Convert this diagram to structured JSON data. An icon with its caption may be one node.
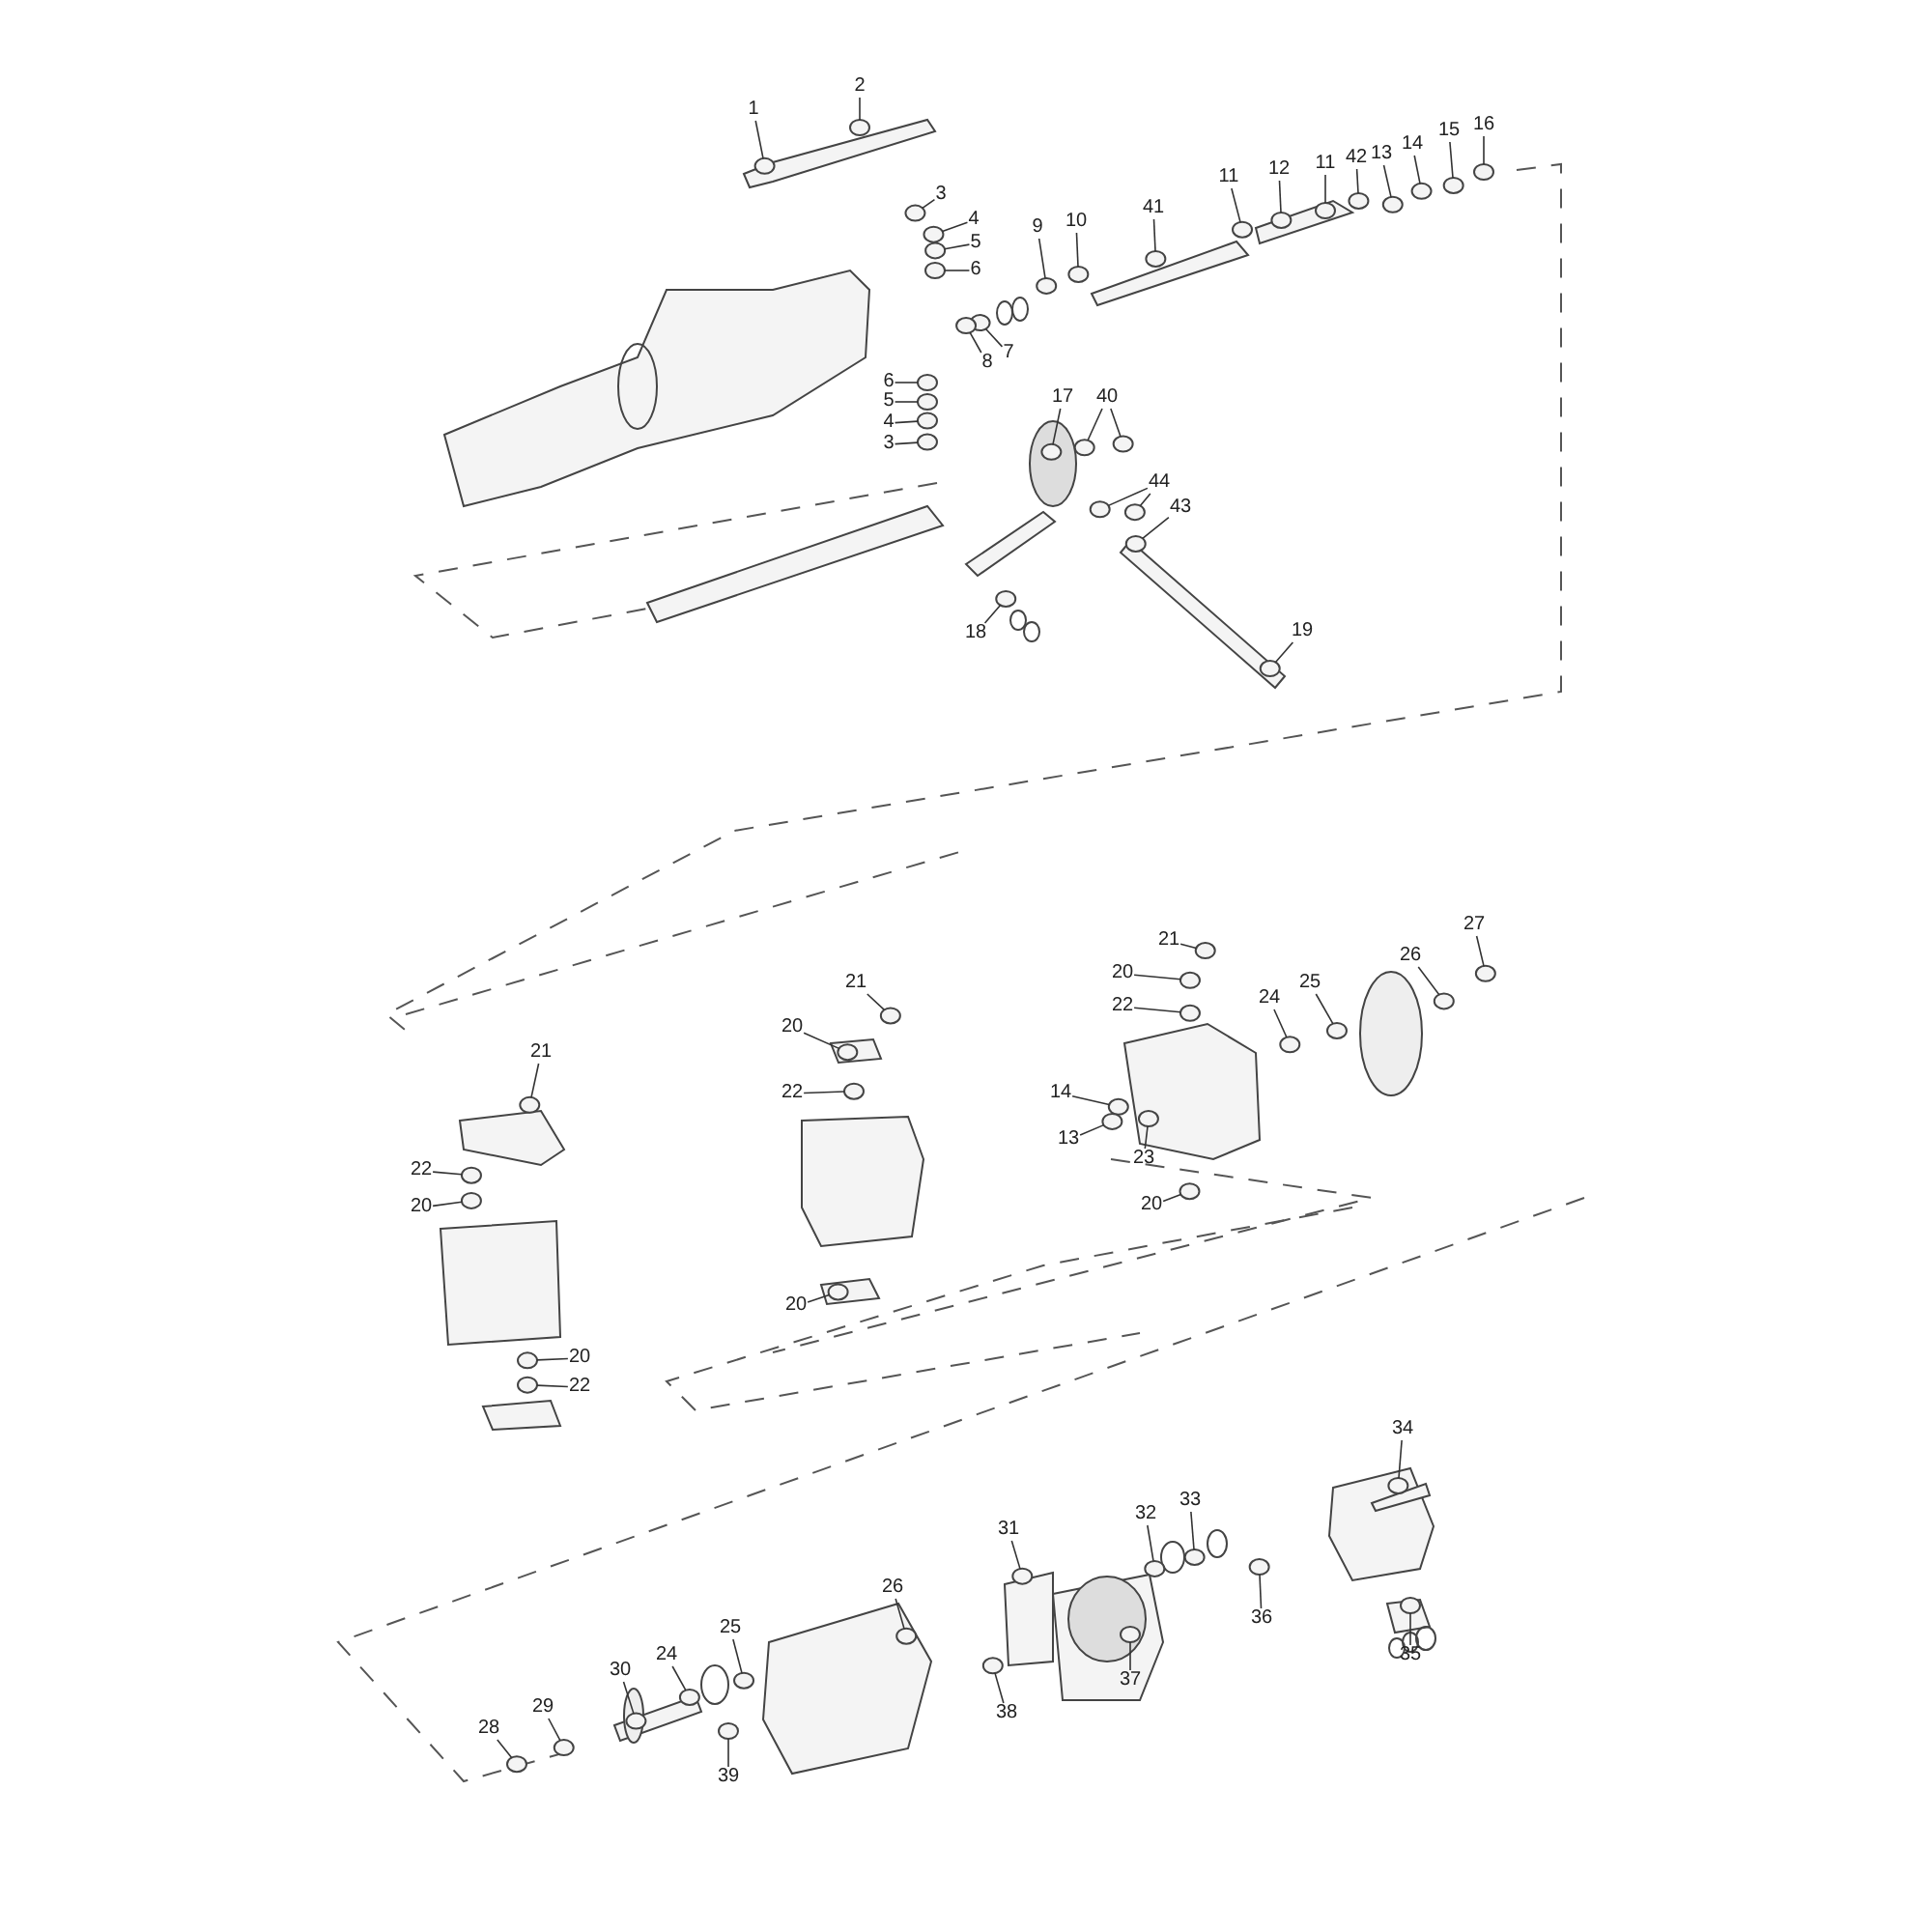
{
  "diagram": {
    "nodes": [
      {
        "text": [
          "1"
        ]
      },
      {
        "text": [
          "2"
        ]
      },
      {
        "text": [
          "3"
        ]
      },
      {
        "text": [
          "4"
        ]
      },
      {
        "text": [
          "5"
        ]
      },
      {
        "text": [
          "6"
        ]
      },
      {
        "text": [
          "6"
        ]
      },
      {
        "text": [
          "5"
        ]
      },
      {
        "text": [
          "4"
        ]
      },
      {
        "text": [
          "3"
        ]
      },
      {
        "text": [
          "7"
        ]
      },
      {
        "text": [
          "8"
        ]
      },
      {
        "text": [
          "9"
        ]
      },
      {
        "text": [
          "10"
        ]
      },
      {
        "text": [
          "41"
        ]
      },
      {
        "text": [
          "11"
        ]
      },
      {
        "text": [
          "12"
        ]
      },
      {
        "text": [
          "11"
        ]
      },
      {
        "text": [
          "42"
        ]
      },
      {
        "text": [
          "13"
        ]
      },
      {
        "text": [
          "14"
        ]
      },
      {
        "text": [
          "15"
        ]
      },
      {
        "text": [
          "16"
        ]
      },
      {
        "text": [
          "17"
        ]
      },
      {
        "text": [
          "40"
        ]
      },
      {
        "text": [
          "44"
        ]
      },
      {
        "text": [
          "43"
        ]
      },
      {
        "text": [
          "18"
        ]
      },
      {
        "text": [
          "19"
        ]
      },
      {
        "text": [
          "21"
        ]
      },
      {
        "text": [
          "22"
        ]
      },
      {
        "text": [
          "20"
        ]
      },
      {
        "text": [
          "20"
        ]
      },
      {
        "text": [
          "22"
        ]
      },
      {
        "text": [
          "21"
        ]
      },
      {
        "text": [
          "20"
        ]
      },
      {
        "text": [
          "22"
        ]
      },
      {
        "text": [
          "20"
        ]
      },
      {
        "text": [
          "21"
        ]
      },
      {
        "text": [
          "20"
        ]
      },
      {
        "text": [
          "22"
        ]
      },
      {
        "text": [
          "24"
        ]
      },
      {
        "text": [
          "25"
        ]
      },
      {
        "text": [
          "26"
        ]
      },
      {
        "text": [
          "27"
        ]
      },
      {
        "text": [
          "14"
        ]
      },
      {
        "text": [
          "13"
        ]
      },
      {
        "text": [
          "23"
        ]
      },
      {
        "text": [
          "20"
        ]
      },
      {
        "text": [
          "34"
        ]
      },
      {
        "text": [
          "31"
        ]
      },
      {
        "text": [
          "32"
        ]
      },
      {
        "text": [
          "33"
        ]
      },
      {
        "text": [
          "36"
        ]
      },
      {
        "text": [
          "37"
        ]
      },
      {
        "text": [
          "38"
        ]
      },
      {
        "text": [
          "26"
        ]
      },
      {
        "text": [
          "25"
        ]
      },
      {
        "text": [
          "24"
        ]
      },
      {
        "text": [
          "30"
        ]
      },
      {
        "text": [
          "29"
        ]
      },
      {
        "text": [
          "28"
        ]
      },
      {
        "text": [
          "39"
        ]
      },
      {
        "text": [
          "35"
        ]
      },
      {
        "text": [],
        "shape": "ring"
      },
      {
        "text": [],
        "shape": "ring"
      },
      {
        "text": [],
        "shape": "ring"
      },
      {
        "text": [],
        "shape": "ring"
      },
      {
        "text": [],
        "shape": "ring"
      },
      {
        "text": [],
        "shape": "ring"
      },
      {
        "text": [],
        "shape": "ring"
      },
      {
        "text": [],
        "shape": "ring"
      },
      {
        "text": [],
        "shape": "ring"
      },
      {
        "text": [],
        "shape": "ring"
      },
      {
        "text": [],
        "shape": "ring"
      },
      {
        "text": [],
        "shape": "ring"
      },
      {
        "text": [],
        "shape": "ring"
      },
      {
        "text": [],
        "shape": "ring"
      },
      {
        "text": [],
        "shape": "ring"
      },
      {
        "text": [],
        "shape": "ring"
      },
      {
        "text": [],
        "shape": "ring"
      },
      {
        "text": [],
        "shape": "ring"
      },
      {
        "text": [],
        "shape": "ring"
      },
      {
        "text": [],
        "shape": "ring"
      },
      {
        "text": [],
        "shape": "ring"
      },
      {
        "text": [],
        "shape": "ring"
      },
      {
        "text": [],
        "shape": "ring"
      },
      {
        "text": [],
        "shape": "ring"
      },
      {
        "text": [],
        "shape": "ring"
      },
      {
        "text": [],
        "shape": "ring"
      },
      {
        "text": [],
        "shape": "ring"
      },
      {
        "text": [],
        "shape": "ring"
      },
      {
        "text": [],
        "shape": "ring"
      },
      {
        "text": [],
        "shape": "ring"
      },
      {
        "text": [],
        "shape": "ring"
      },
      {
        "text": [],
        "shape": "ring"
      },
      {
        "text": [],
        "shape": "ring"
      },
      {
        "text": [],
        "shape": "ring"
      },
      {
        "text": [],
        "shape": "ring"
      },
      {
        "text": [],
        "shape": "ring"
      },
      {
        "text": [],
        "shape": "ring"
      },
      {
        "text": [],
        "shape": "ring"
      },
      {
        "text": [],
        "shape": "ring"
      },
      {
        "text": [],
        "shape": "ring"
      },
      {
        "text": [],
        "shape": "ring"
      },
      {
        "text": [],
        "shape": "ring"
      },
      {
        "text": [],
        "shape": "ring"
      },
      {
        "text": [],
        "shape": "ring"
      },
      {
        "text": [],
        "shape": "ring"
      },
      {
        "text": [],
        "shape": "ring"
      },
      {
        "text": [],
        "shape": "ring"
      },
      {
        "text": [],
        "shape": "ring"
      },
      {
        "text": [],
        "shape": "ring"
      },
      {
        "text": [],
        "shape": "ring"
      },
      {
        "text": [],
        "shape": "ring"
      },
      {
        "text": [],
        "shape": "ring"
      },
      {
        "text": [],
        "shape": "ring"
      },
      {
        "text": [],
        "shape": "ring"
      },
      {
        "text": [],
        "shape": "ring"
      },
      {
        "text": [],
        "shape": "ring"
      },
      {
        "text": [],
        "shape": "ring"
      },
      {
        "text": [],
        "shape": "ring"
      },
      {
        "text": [],
        "shape": "ring"
      },
      {
        "text": [],
        "shape": "ring"
      },
      {
        "text": [],
        "shape": "ring"
      },
      {
        "text": [],
        "shape": "ring"
      },
      {
        "text": [],
        "shape": "ring"
      },
      {
        "text": [],
        "shape": "ring"
      },
      {
        "text": [],
        "shape": "ring"
      },
      {
        "text": [],
        "shape": "ring"
      }
    ],
    "edges": [
      {
        "from": 0,
        "to": 64,
        "arrow": "none"
      },
      {
        "from": 1,
        "to": 65,
        "arrow": "none"
      },
      {
        "from": 2,
        "to": 66,
        "arrow": "none"
      },
      {
        "from": 3,
        "to": 67,
        "arrow": "none"
      },
      {
        "from": 4,
        "to": 68,
        "arrow": "none"
      },
      {
        "from": 5,
        "to": 69,
        "arrow": "none"
      },
      {
        "from": 6,
        "to": 70,
        "arrow": "none"
      },
      {
        "from": 7,
        "to": 71,
        "arrow": "none"
      },
      {
        "from": 8,
        "to": 72,
        "arrow": "none"
      },
      {
        "from": 9,
        "to": 73,
        "arrow": "none"
      },
      {
        "from": 10,
        "to": 74,
        "arrow": "none"
      },
      {
        "from": 11,
        "to": 75,
        "arrow": "none"
      },
      {
        "from": 12,
        "to": 76,
        "arrow": "none"
      },
      {
        "from": 13,
        "to": 77,
        "arrow": "none"
      },
      {
        "from": 14,
        "to": 78,
        "arrow": "none"
      },
      {
        "from": 15,
        "to": 79,
        "arrow": "none"
      },
      {
        "from": 16,
        "to": 80,
        "arrow": "none"
      },
      {
        "from": 17,
        "to": 81,
        "arrow": "none"
      },
      {
        "from": 18,
        "to": 82,
        "arrow": "none"
      },
      {
        "from": 19,
        "to": 83,
        "arrow": "none"
      },
      {
        "from": 20,
        "to": 84,
        "arrow": "none"
      },
      {
        "from": 21,
        "to": 85,
        "arrow": "none"
      },
      {
        "from": 22,
        "to": 86,
        "arrow": "none"
      },
      {
        "from": 23,
        "to": 87,
        "arrow": "none"
      },
      {
        "from": 24,
        "to": 88,
        "arrow": "none"
      },
      {
        "from": 25,
        "to": 89,
        "arrow": "none"
      },
      {
        "from": 26,
        "to": 90,
        "arrow": "none"
      },
      {
        "from": 27,
        "to": 91,
        "arrow": "none"
      },
      {
        "from": 28,
        "to": 92,
        "arrow": "none"
      },
      {
        "from": 29,
        "to": 93,
        "arrow": "none"
      },
      {
        "from": 30,
        "to": 94,
        "arrow": "none"
      },
      {
        "from": 31,
        "to": 95,
        "arrow": "none"
      },
      {
        "from": 32,
        "to": 96,
        "arrow": "none"
      },
      {
        "from": 33,
        "to": 97,
        "arrow": "none"
      },
      {
        "from": 34,
        "to": 98,
        "arrow": "none"
      },
      {
        "from": 35,
        "to": 99,
        "arrow": "none"
      },
      {
        "from": 36,
        "to": 100,
        "arrow": "none"
      },
      {
        "from": 37,
        "to": 101,
        "arrow": "none"
      },
      {
        "from": 38,
        "to": 102,
        "arrow": "none"
      },
      {
        "from": 39,
        "to": 103,
        "arrow": "none"
      },
      {
        "from": 40,
        "to": 104,
        "arrow": "none"
      },
      {
        "from": 41,
        "to": 105,
        "arrow": "none"
      },
      {
        "from": 42,
        "to": 106,
        "arrow": "none"
      },
      {
        "from": 43,
        "to": 107,
        "arrow": "none"
      },
      {
        "from": 44,
        "to": 108,
        "arrow": "none"
      },
      {
        "from": 45,
        "to": 109,
        "arrow": "none"
      },
      {
        "from": 46,
        "to": 110,
        "arrow": "none"
      },
      {
        "from": 47,
        "to": 111,
        "arrow": "none"
      },
      {
        "from": 48,
        "to": 112,
        "arrow": "none"
      },
      {
        "from": 49,
        "to": 113,
        "arrow": "none"
      },
      {
        "from": 50,
        "to": 114,
        "arrow": "none"
      },
      {
        "from": 51,
        "to": 115,
        "arrow": "none"
      },
      {
        "from": 52,
        "to": 116,
        "arrow": "none"
      },
      {
        "from": 53,
        "to": 117,
        "arrow": "none"
      },
      {
        "from": 54,
        "to": 118,
        "arrow": "none"
      },
      {
        "from": 55,
        "to": 119,
        "arrow": "none"
      },
      {
        "from": 56,
        "to": 120,
        "arrow": "none"
      },
      {
        "from": 57,
        "to": 121,
        "arrow": "none"
      },
      {
        "from": 58,
        "to": 122,
        "arrow": "none"
      },
      {
        "from": 59,
        "to": 123,
        "arrow": "none"
      },
      {
        "from": 60,
        "to": 124,
        "arrow": "none"
      },
      {
        "from": 61,
        "to": 125,
        "arrow": "none"
      },
      {
        "from": 62,
        "to": 126,
        "arrow": "none"
      },
      {
        "from": 63,
        "to": 127,
        "arrow": "none"
      },
      {
        "from": 24,
        "to": 128,
        "arrow": "none"
      },
      {
        "from": 25,
        "to": 129,
        "arrow": "none"
      }
    ]
  }
}
